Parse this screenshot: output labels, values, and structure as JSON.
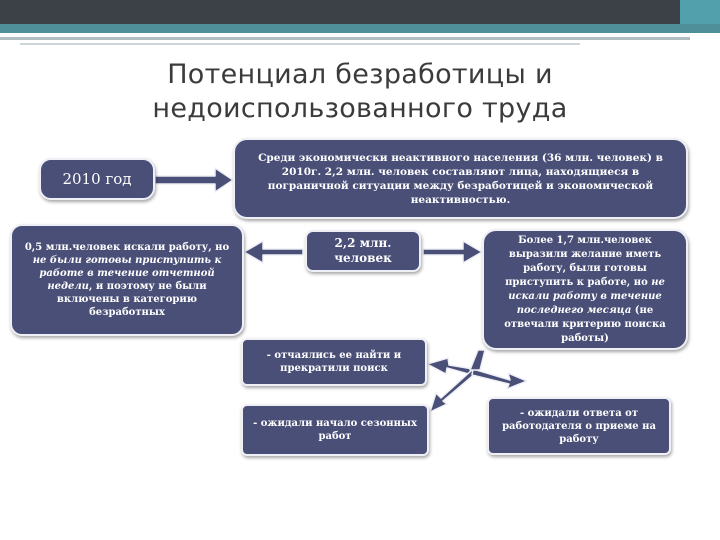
{
  "title": {
    "line1": "Потенциал безработицы и",
    "line2": "недоиспользованного труда"
  },
  "boxes": {
    "year": "2010 год",
    "info": "Среди экономически неактивного населения (36 млн. человек) в 2010г. 2,2 млн. человек составляют лица, находящиеся в пограничной ситуации между безработицей и экономической неактивностью.",
    "left": {
      "part1": "0,5 млн.человек искали работу, но ",
      "italic": "не были готовы приступить к работе в течение отчетной недели",
      "part2": ", и поэтому не были включены в категорию безработных"
    },
    "center": "2,2 млн. человек",
    "right": {
      "part1": "Более 1,7 млн.человек выразили желание иметь работу, были готовы приступить к работе, но ",
      "italic": "не искали работу в течение последнего месяца",
      "part2": " (не отвечали критерию поиска работы)"
    },
    "sub1": "- отчаялись ее найти и прекратили поиск",
    "sub2": "- ожидали начало сезонных работ",
    "sub3": "- ожидали ответа от работодателя о приеме на работу"
  },
  "colors": {
    "box_fill": "#4a4f78",
    "arrow_fill": "#4a4f78",
    "title_text": "#3b3b3b",
    "top_band_dark": "#3c4148",
    "top_band_teal": "#4e8f99"
  }
}
